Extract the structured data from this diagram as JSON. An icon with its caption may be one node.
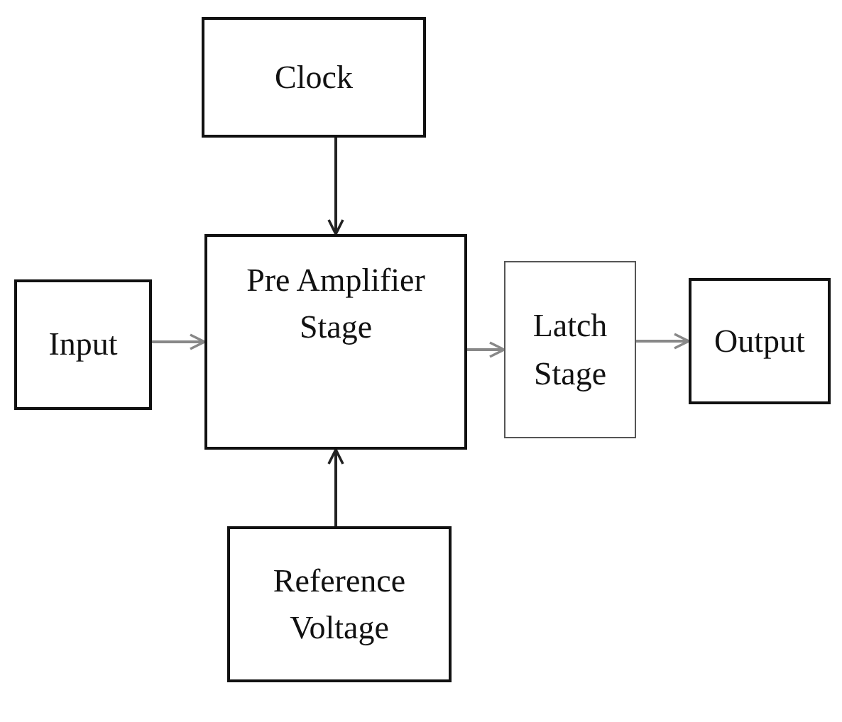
{
  "diagram": {
    "nodes": [
      {
        "text": [
          "Clock"
        ]
      },
      {
        "text": [
          "Input"
        ]
      },
      {
        "text": [
          "Pre Amplifier Stage"
        ]
      },
      {
        "text": [
          "Latch Stage"
        ]
      },
      {
        "text": [
          "Output"
        ]
      },
      {
        "text": [
          "Reference Voltage"
        ]
      }
    ],
    "edges": [
      {
        "from": 0,
        "to": 2,
        "arrow": "to",
        "color": "#222222"
      },
      {
        "from": 1,
        "to": 2,
        "arrow": "to"
      },
      {
        "from": 2,
        "to": 3,
        "arrow": "to"
      },
      {
        "from": 3,
        "to": 4,
        "arrow": "to"
      },
      {
        "from": 5,
        "to": 2,
        "arrow": "to",
        "color": "#222222"
      }
    ]
  }
}
